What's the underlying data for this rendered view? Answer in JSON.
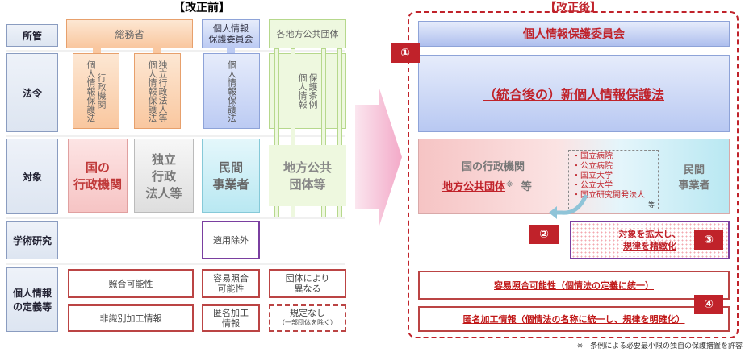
{
  "headers": {
    "before": "【改正前】",
    "after": "【改正後】"
  },
  "rows": {
    "jurisdiction": "所管",
    "law": "法令",
    "target": "対象",
    "research": "学術研究",
    "definitions_l1": "個人情報",
    "definitions_l2": "の定義等"
  },
  "before": {
    "jurisdiction": {
      "mic": "総務省",
      "ppc_l1": "個人情報",
      "ppc_l2": "保護委員会",
      "local": "各地方公共団体"
    },
    "law": {
      "act_a": "個人情報保護法",
      "act_a2": "行政機関",
      "act_b": "個人情報保護法",
      "act_b2": "独立行政法人等",
      "act_c": "個人情報保護法",
      "act_d": "個人情報",
      "act_d2": "保護条例"
    },
    "target": {
      "gov_l1": "国の",
      "gov_l2": "行政機関",
      "iai_l1": "独立",
      "iai_l2": "行政",
      "iai_l3": "法人等",
      "private_l1": "民間",
      "private_l2": "事業者",
      "local_l1": "地方公共",
      "local_l2": "団体等"
    },
    "research": "適用除外",
    "definitions": {
      "collation": "照合可能性",
      "easy_collation_l1": "容易照合",
      "easy_collation_l2": "可能性",
      "varies_l1": "団体により",
      "varies_l2": "異なる",
      "deidentified": "非識別加工情報",
      "anon_l1": "匿名加工",
      "anon_l2": "情報",
      "none_l1": "規定なし",
      "none_l2": "（一部団体を除く）"
    }
  },
  "after": {
    "jurisdiction": "個人情報保護委員会",
    "law": "（統合後の）新個人情報保護法",
    "target": {
      "gov": "国の行政機関",
      "local": "地方公共団体",
      "note_mark": "※",
      "etc": "等",
      "private_l1": "民間",
      "private_l2": "事業者",
      "list": [
        "・国立病院",
        "・公立病院",
        "・国立大学",
        "・公立大学",
        "・国立研究開発法人"
      ],
      "list_etc": "等"
    },
    "expand_l1": "対象を拡大し、",
    "expand_l2": "規律を精緻化",
    "def1": "容易照合可能性（個情法の定義に統一）",
    "def2": "匿名加工情報（個情法の名称に統一し、規律を明確化）",
    "badges": [
      "①",
      "②",
      "③",
      "④"
    ],
    "footnote": "※　条例による必要最小限の独自の保護措置を許容"
  },
  "colors": {
    "red": "#c0222a",
    "orange": "#f9c79f",
    "blue": "#bccbf3",
    "green": "#eef8df",
    "purple": "#7a3fa0"
  }
}
